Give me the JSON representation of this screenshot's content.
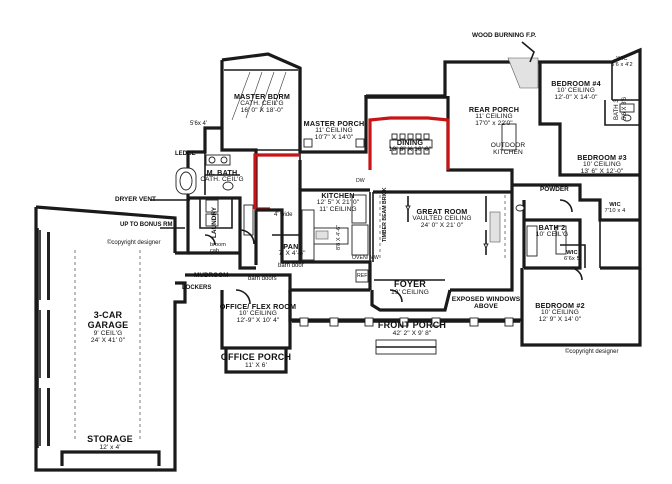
{
  "rooms": {
    "wood_burning": "WOOD BURNING F.P.",
    "master_bdrm": {
      "name": "MASTER BDRM",
      "l1": "CATH. CEIL'G",
      "l2": "16' 0\" X 18'-0\""
    },
    "master_porch": {
      "name": "MASTER PORCH",
      "l1": "11' CEILING",
      "l2": "10'7\" X 14'0\""
    },
    "rear_porch": {
      "name": "REAR PORCH",
      "l1": "11' CEILING",
      "l2": "17'0\" x 22'0\""
    },
    "dining": {
      "name": "DINING",
      "l1": "13' 6\" X 10' 0\""
    },
    "outdoor_kitchen": {
      "l1": "OUTDOOR",
      "l2": "KITCHEN"
    },
    "bedroom4": {
      "name": "BEDROOM #4",
      "l1": "10' CEILING",
      "l2": "12'-0\" X 14'-0\""
    },
    "wic_top": {
      "name": "WIC",
      "l1": "5'6 x 4'2"
    },
    "bath3": {
      "l1": "BATH 3",
      "l2": "5'6 X 8'6"
    },
    "bedroom3": {
      "name": "BEDROOM #3",
      "l1": "10' CEILING",
      "l2": "13' 6\" X 12'-0\""
    },
    "powder": "POWDER",
    "wic_mid": {
      "name": "WIC",
      "l1": "7'10 x 4"
    },
    "bath2": {
      "l1": "BATH  2",
      "l2": "10' CEIL'G"
    },
    "wic_small": {
      "name": "WIC",
      "l1": "6'6x 5"
    },
    "bedroom2": {
      "name": "BEDROOM #2",
      "l1": "10' CEILING",
      "l2": "12' 9\" X 14' 0\""
    },
    "great_room": {
      "name": "GREAT ROOM",
      "l1": "VAULTED CEILING",
      "l2": "24' 0\" X 21' 0\""
    },
    "foyer": {
      "name": "FOYER",
      "l1": "19' CEILING"
    },
    "exposed_windows": {
      "l1": "EXPOSED WINDOWS",
      "l2": "ABOVE"
    },
    "front_porch": {
      "name": "FRONT PORCH",
      "l1": "42' 2\" X 9' 8\""
    },
    "kitchen": {
      "name": "KITCHEN",
      "l1": "12' 5\" X 21' 0\"",
      "l2": "11' CEILING"
    },
    "island": "8'8 X 4'-6\"",
    "timber_beam": "TIMBER BEAM BRICK",
    "oven": "OVEN/\nMW",
    "dw": "DW",
    "ref": "REF",
    "pan": {
      "name": "PAN.",
      "l1": "7' X 4'-6\""
    },
    "wide": "4' wide",
    "barn_door": "barn door",
    "barn_doors": "barn doors",
    "mudroom": "MUDROOM",
    "lockers": "LOCKERS",
    "office": {
      "name": "OFFICE/ FLEX ROOM",
      "l1": "10' CEILING",
      "l2": "12'-9\" X 10' 4\""
    },
    "office_porch": {
      "name": "OFFICE PORCH",
      "l1": "11' X 6'"
    },
    "mbath": {
      "name": "M. BATH",
      "l1": "CATH. CEIL'G"
    },
    "size_5x4": "5'6x 4'",
    "ledge": "LEDGE",
    "laundry": "LAUNDRY",
    "broom": "broom\ncab",
    "dryer_vent": "DRYER VENT",
    "up_to_bonus": "UP TO BONUS RM",
    "garage": {
      "name": "3-CAR",
      "name2": "GARAGE",
      "l1": "9' CEIL'G",
      "l2": "24' X 41' 0\""
    },
    "storage": {
      "name": "STORAGE",
      "l1": "12' x 4'"
    },
    "copyright_left": "©copyright designer",
    "copyright_right": "©copyright designer"
  },
  "colors": {
    "walls": "#1a1a1a",
    "highlight": "#c81414",
    "background": "#ffffff"
  }
}
